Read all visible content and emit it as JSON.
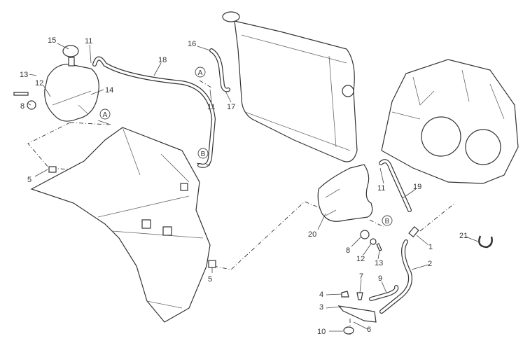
{
  "diagram": {
    "callouts": [
      "1",
      "2",
      "3",
      "4",
      "5",
      "5",
      "6",
      "7",
      "8",
      "8",
      "9",
      "10",
      "11",
      "11",
      "11",
      "12",
      "12",
      "13",
      "13",
      "14",
      "15",
      "16",
      "17",
      "18",
      "19",
      "20",
      "21"
    ],
    "refs": {
      "a": "A",
      "b": "B"
    },
    "colors": {
      "line": "#333333",
      "background": "#ffffff"
    }
  }
}
